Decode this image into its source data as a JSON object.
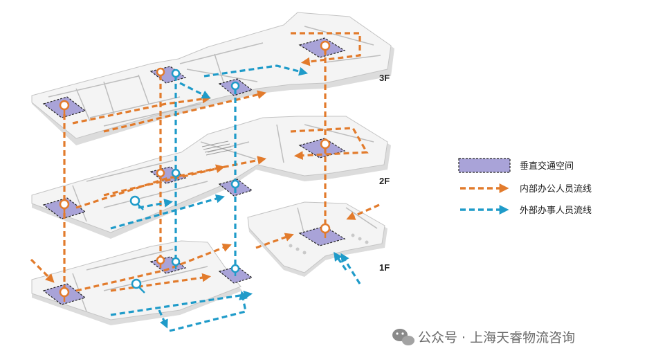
{
  "floors": [
    {
      "label": "3F"
    },
    {
      "label": "2F"
    },
    {
      "label": "1F"
    }
  ],
  "legend": {
    "items": [
      {
        "label": "垂直交通空间"
      },
      {
        "label": "内部办公人员流线"
      },
      {
        "label": "外部办事人员流线"
      }
    ]
  },
  "watermark": {
    "text": "公众号 · 上海天睿物流咨询"
  },
  "colors": {
    "vertical_space": "#a9a3d8",
    "internal_flow": "#e27b2c",
    "external_flow": "#1f9bc9",
    "floor_top": "#f4f4f4",
    "floor_side": "#dcdcdc",
    "wall": "#bdbdbd"
  },
  "icons": [
    "location-pin-icon",
    "magnifier-icon",
    "arrow-icon",
    "wechat-icon"
  ]
}
